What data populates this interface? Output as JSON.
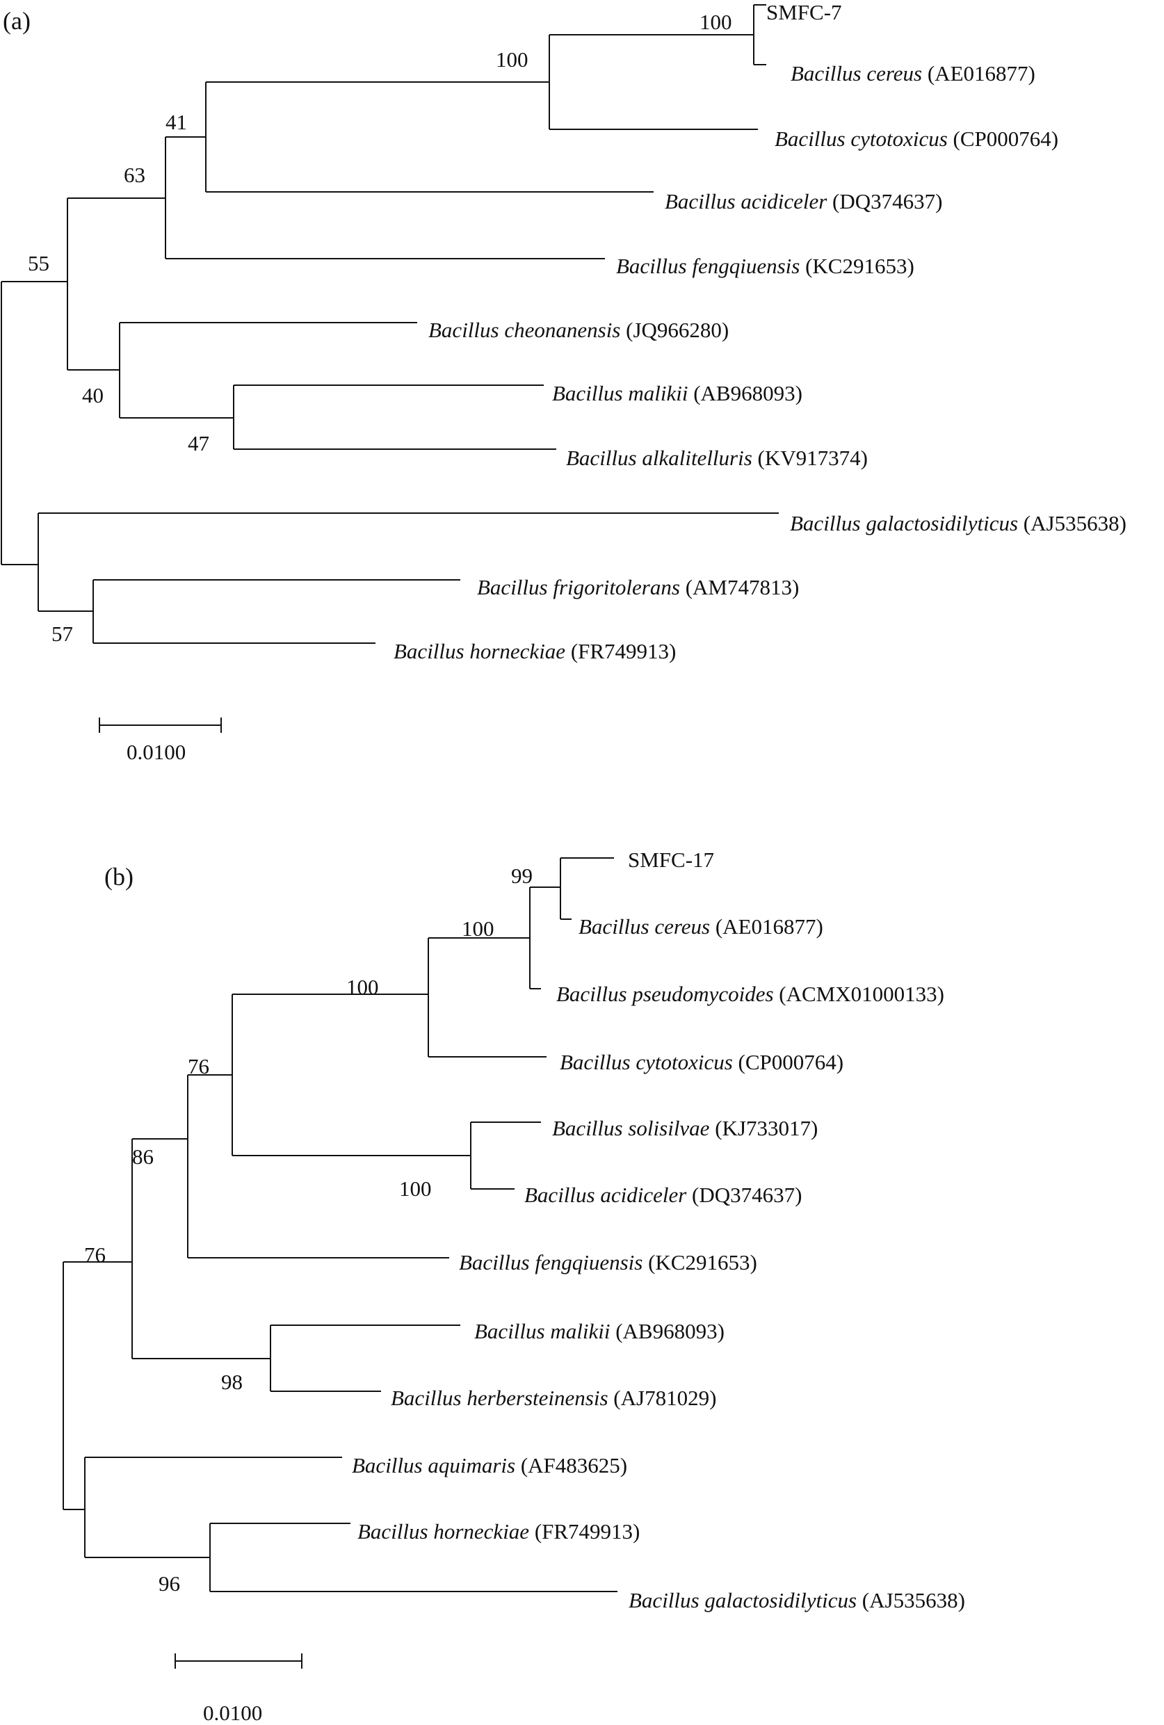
{
  "trees": [
    {
      "panel_label": "(a)",
      "scale_label": "0.0100",
      "leaves": [
        {
          "name": "SMFC-7",
          "accession": ""
        },
        {
          "name": "Bacillus cereus",
          "accession": "(AE016877)"
        },
        {
          "name": "Bacillus cytotoxicus",
          "accession": "(CP000764)"
        },
        {
          "name": "Bacillus acidiceler",
          "accession": "(DQ374637)"
        },
        {
          "name": "Bacillus fengqiuensis",
          "accession": "(KC291653)"
        },
        {
          "name": "Bacillus cheonanensis",
          "accession": "(JQ966280)"
        },
        {
          "name": "Bacillus malikii",
          "accession": "(AB968093)"
        },
        {
          "name": "Bacillus alkalitelluris",
          "accession": "(KV917374)"
        },
        {
          "name": "Bacillus galactosidilyticus",
          "accession": "(AJ535638)"
        },
        {
          "name": "Bacillus frigoritolerans",
          "accession": "(AM747813)"
        },
        {
          "name": "Bacillus horneckiae",
          "accession": "(FR749913)"
        }
      ],
      "bootstrap": [
        "100",
        "100",
        "41",
        "63",
        "55",
        "40",
        "47",
        "57"
      ]
    },
    {
      "panel_label": "(b)",
      "scale_label": "0.0100",
      "leaves": [
        {
          "name": "SMFC-17",
          "accession": ""
        },
        {
          "name": "Bacillus cereus",
          "accession": "(AE016877)"
        },
        {
          "name": "Bacillus pseudomycoides",
          "accession": "(ACMX01000133)"
        },
        {
          "name": "Bacillus cytotoxicus",
          "accession": "(CP000764)"
        },
        {
          "name": "Bacillus solisilvae",
          "accession": "(KJ733017)"
        },
        {
          "name": "Bacillus acidiceler",
          "accession": "(DQ374637)"
        },
        {
          "name": "Bacillus fengqiuensis",
          "accession": "(KC291653)"
        },
        {
          "name": "Bacillus malikii",
          "accession": "(AB968093)"
        },
        {
          "name": "Bacillus herbersteinensis",
          "accession": "(AJ781029)"
        },
        {
          "name": "Bacillus aquimaris",
          "accession": "(AF483625)"
        },
        {
          "name": "Bacillus horneckiae",
          "accession": "(FR749913)"
        },
        {
          "name": "Bacillus galactosidilyticus",
          "accession": "(AJ535638)"
        }
      ],
      "bootstrap": [
        "99",
        "100",
        "100",
        "76",
        "100",
        "86",
        "76",
        "98",
        "96"
      ]
    }
  ]
}
